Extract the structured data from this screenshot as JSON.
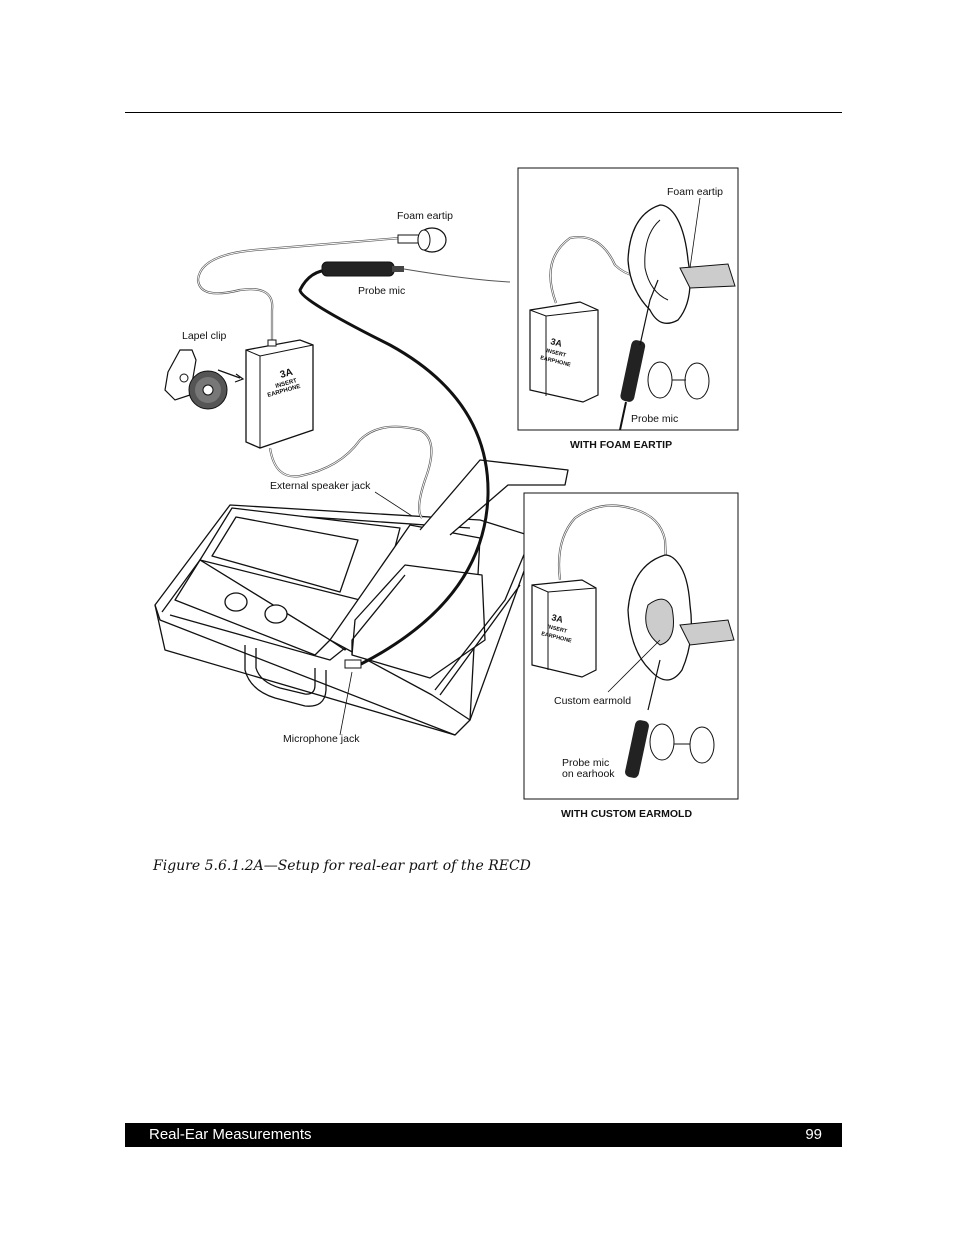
{
  "figure": {
    "labels": {
      "foam_eartip": "Foam eartip",
      "probe_mic": "Probe mic",
      "lapel_clip": "Lapel clip",
      "external_speaker_jack": "External speaker jack",
      "microphone_jack": "Microphone jack"
    },
    "earphone_box": {
      "model": "3A",
      "line1": "INSERT",
      "line2": "EARPHONE"
    },
    "inset_foam": {
      "foam_eartip": "Foam eartip",
      "probe_mic": "Probe mic",
      "caption": "WITH FOAM EARTIP"
    },
    "inset_custom": {
      "custom_earmold": "Custom earmold",
      "probe_mic_line1": "Probe mic",
      "probe_mic_line2": "on earhook",
      "caption": "WITH CUSTOM EARMOLD"
    },
    "caption": "Figure 5.6.1.2A—Setup for real-ear part of the RECD"
  },
  "footer": {
    "title": "Real-Ear Measurements",
    "page_number": "99"
  }
}
